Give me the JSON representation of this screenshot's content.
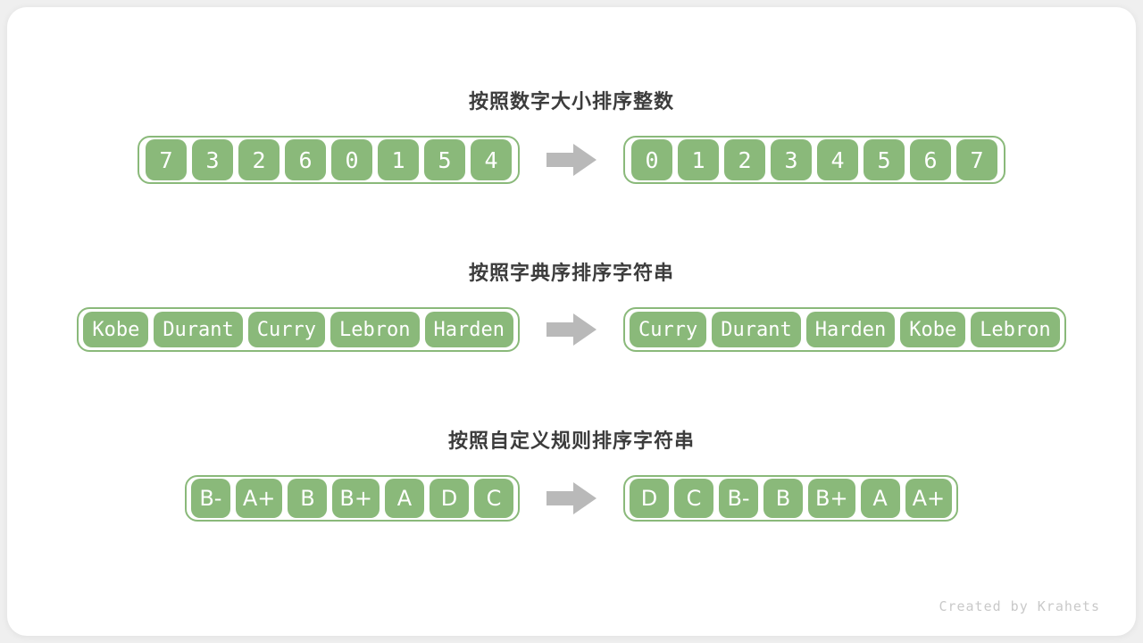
{
  "colors": {
    "box_green": "#8ab97a",
    "arrow_gray": "#b9b9b9",
    "title_text": "#3c3c3c",
    "card_background": "#ffffff",
    "page_background": "#efefef",
    "watermark_text": "#c9c9c9"
  },
  "watermark": "Created by Krahets",
  "sections": [
    {
      "id": "sort-integers",
      "type": "digits",
      "title": "按照数字大小排序整数",
      "before": [
        "7",
        "3",
        "2",
        "6",
        "0",
        "1",
        "5",
        "4"
      ],
      "after": [
        "0",
        "1",
        "2",
        "3",
        "4",
        "5",
        "6",
        "7"
      ]
    },
    {
      "id": "sort-lexicographic",
      "type": "words",
      "title": "按照字典序排序字符串",
      "before": [
        "Kobe",
        "Durant",
        "Curry",
        "Lebron",
        "Harden"
      ],
      "after": [
        "Curry",
        "Durant",
        "Harden",
        "Kobe",
        "Lebron"
      ]
    },
    {
      "id": "sort-custom-rule",
      "type": "grades",
      "title": "按照自定义规则排序字符串",
      "before": [
        "B-",
        "A+",
        "B",
        "B+",
        "A",
        "D",
        "C"
      ],
      "after": [
        "D",
        "C",
        "B-",
        "B",
        "B+",
        "A",
        "A+"
      ]
    }
  ]
}
